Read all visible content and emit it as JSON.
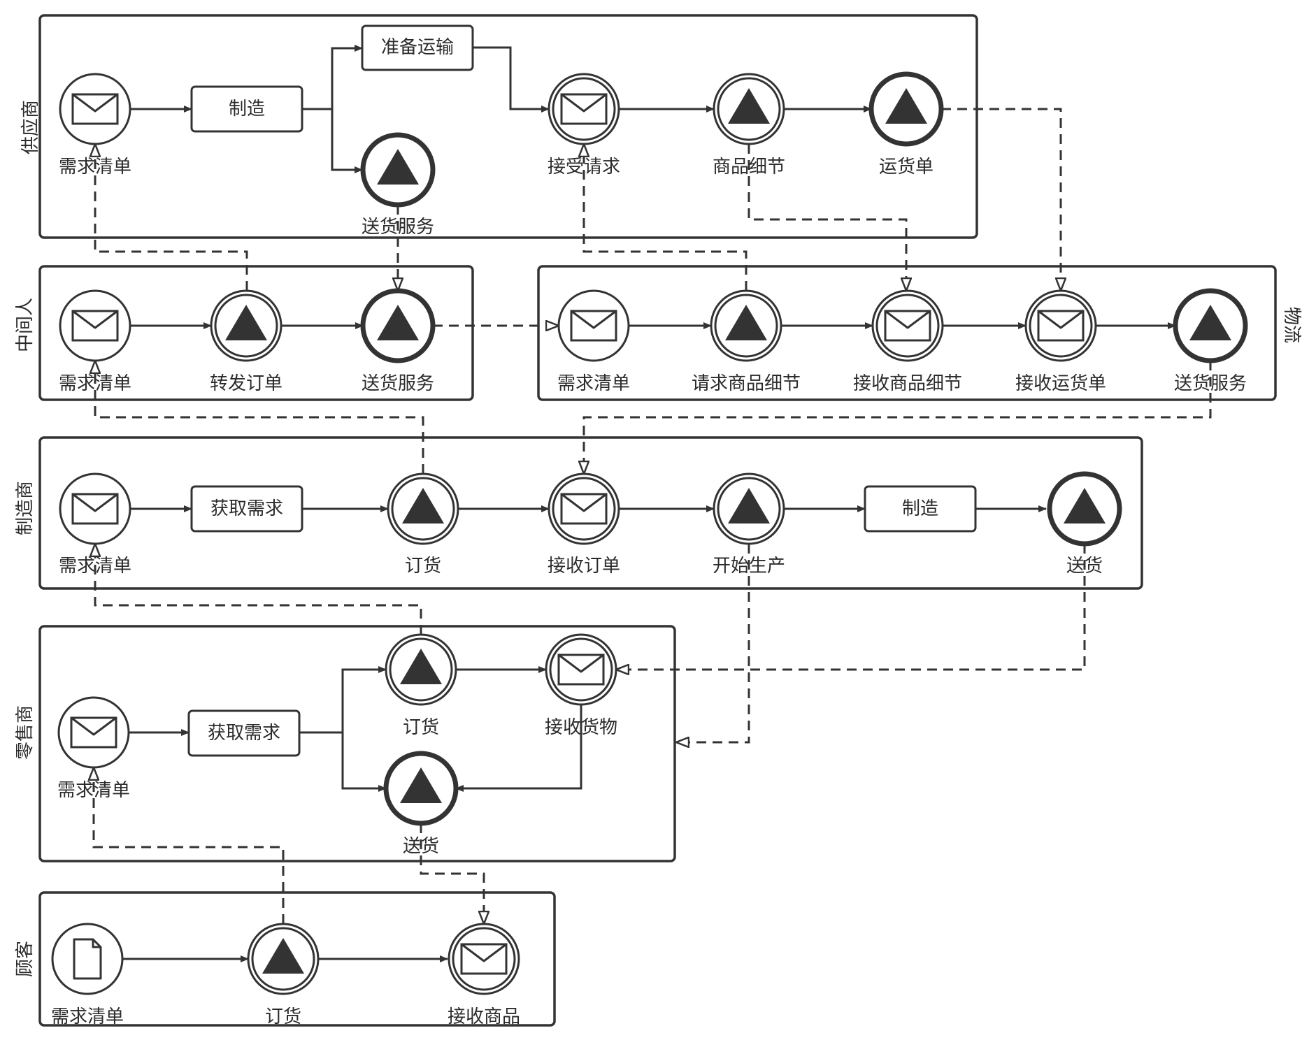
{
  "pools": {
    "supplier": "供应商",
    "middleman": "中间人",
    "logistics": "物流",
    "manufacturer": "制造商",
    "retailer": "零售商",
    "customer": "顾客"
  },
  "tasks": {
    "sup_make": "制造",
    "sup_prepare": "准备运输",
    "man_get": "获取需求",
    "man_make": "制造",
    "ret_get": "获取需求"
  },
  "events": {
    "sup_demand": "需求清单",
    "sup_accept": "接受请求",
    "sup_detail": "商品细节",
    "sup_waybill": "运货单",
    "sup_deliver": "送货服务",
    "mid_demand": "需求清单",
    "mid_forward": "转发订单",
    "mid_deliver": "送货服务",
    "log_demand": "需求清单",
    "log_request": "请求商品细节",
    "log_receive_detail": "接收商品细节",
    "log_receive_waybill": "接收运货单",
    "log_deliver": "送货服务",
    "man_demand": "需求清单",
    "man_order": "订货",
    "man_receive": "接收订单",
    "man_start": "开始生产",
    "man_ship": "送货",
    "ret_demand": "需求清单",
    "ret_order": "订货",
    "ret_receive": "接收货物",
    "ret_ship": "送货",
    "cus_demand": "需求清单",
    "cus_order": "订货",
    "cus_receive": "接收商品"
  },
  "icons": {
    "message": "envelope-icon",
    "signal": "triangle-icon",
    "document": "document-icon"
  }
}
